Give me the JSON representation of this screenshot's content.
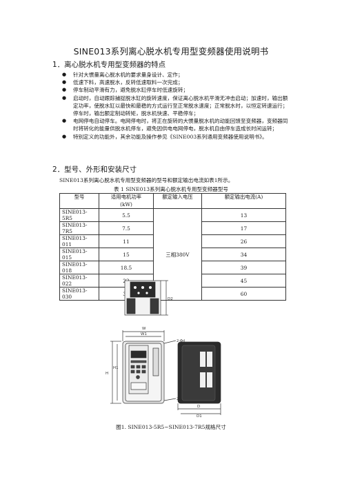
{
  "document": {
    "title": "SINE013系列离心脱水机专用型变频器使用说明书",
    "section1": {
      "heading": "1．离心脱水机专用型变频器的特点",
      "bullets": [
        "针对大惯量离心脱水机的要求量身设计、定作；",
        "低速下料，高速脱水，反转低速取料一次完成；",
        "停车制动平滑有力，避免脱水缸停车时低速旋转；",
        "启动时，自动跟踪捕捉脱水缸的旋转速度，保证离心脱水机平滑无冲击启动；加速时，输出额定功率，使脱水缸以最快和最稳的方式运行至正常脱水速度；正常脱水时，以恒定转速运行；停车时，输出额定制动转矩，脱水机快速、平稳停车；",
        "电网停电自动停车。电网停电时，将正在旋转的大惯量脱水机的动能回馈至变频器，变频器同时将转化的能量供脱水机停车，避免因供电电网停电，脱水机自由停车造成长时间运转；",
        "特别定义的功能外，其余功能及操作参见《SINE003系列通用变频器使用说明书》。"
      ]
    },
    "section2": {
      "heading": "2．型号、外形和安装尺寸",
      "intro": "SINE013系列离心脱水机专用型变频器的型号和额定输出电流如表1所示。"
    },
    "table1": {
      "caption": "表 1 SINE013系列离心脱水机专用型变频器型号",
      "headers": [
        "型号",
        "适用电机功率\n(kW)",
        "额定输入电压",
        "额定输出电流(A)"
      ],
      "voltage": "三相380V",
      "rows": [
        {
          "model": "SINE013-5R5",
          "power": "5.5",
          "current": "13"
        },
        {
          "model": "SINE013-7R5",
          "power": "7.5",
          "current": "17"
        },
        {
          "model": "SINE013-011",
          "power": "11",
          "current": "26"
        },
        {
          "model": "SINE013-015",
          "power": "15",
          "current": "34"
        },
        {
          "model": "SINE013-018",
          "power": "18.5",
          "current": "39"
        },
        {
          "model": "SINE013-022",
          "power": "22",
          "current": "45"
        },
        {
          "model": "SINE013-030",
          "power": "30",
          "current": "60"
        }
      ]
    },
    "figure": {
      "labels": {
        "W": "W",
        "W1": "W1",
        "H": "H",
        "H1": "H1",
        "D": "D",
        "D1": "D1",
        "hole_top": "2-Φd",
        "hole_bottom": "2-d",
        "dim_top": "D2"
      },
      "caption": "图1. SINE013-5R5~SINE013-7R5规格尺寸"
    },
    "colors": {
      "text": "#1a1a1a",
      "line": "#333333",
      "device_body": "#e9e9e9",
      "device_dark": "#2b2b2b"
    }
  }
}
